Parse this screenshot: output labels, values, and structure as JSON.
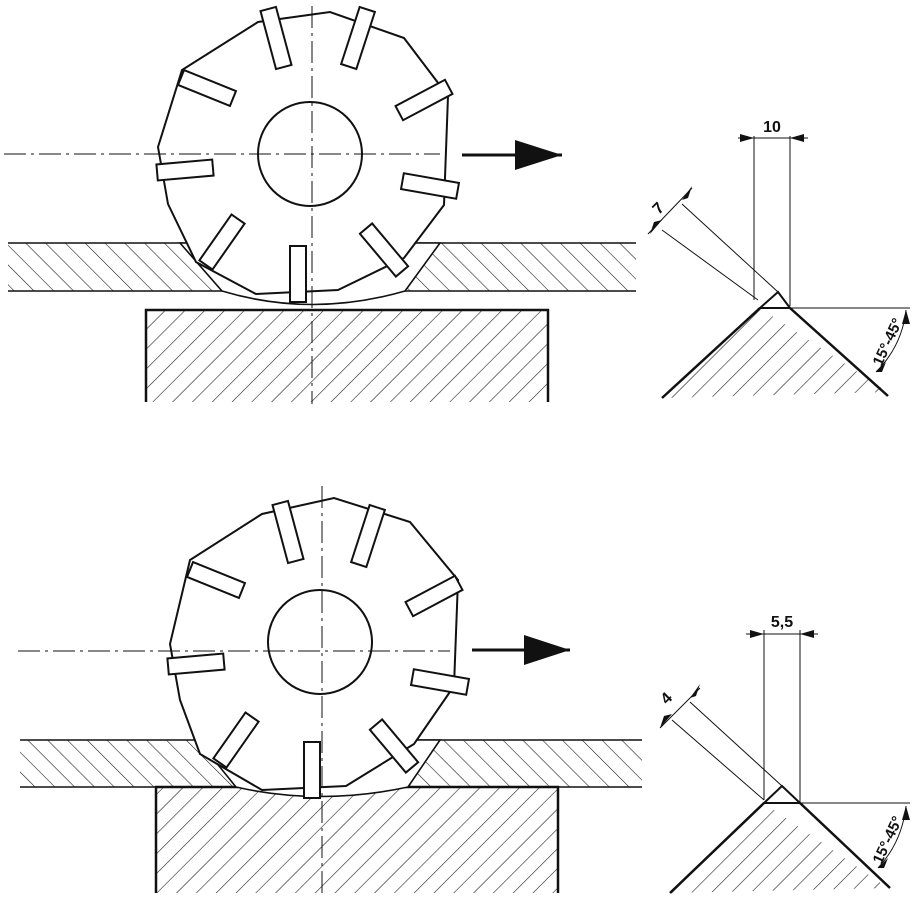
{
  "diagrams": [
    {
      "dims": {
        "tooth_width": "10",
        "chamfer_depth": "7",
        "angle_range": "15°-45°"
      }
    },
    {
      "dims": {
        "tooth_width": "5,5",
        "chamfer_depth": "4",
        "angle_range": "15°-45°"
      }
    }
  ],
  "colors": {
    "ink": "#111111",
    "paper": "#ffffff"
  }
}
